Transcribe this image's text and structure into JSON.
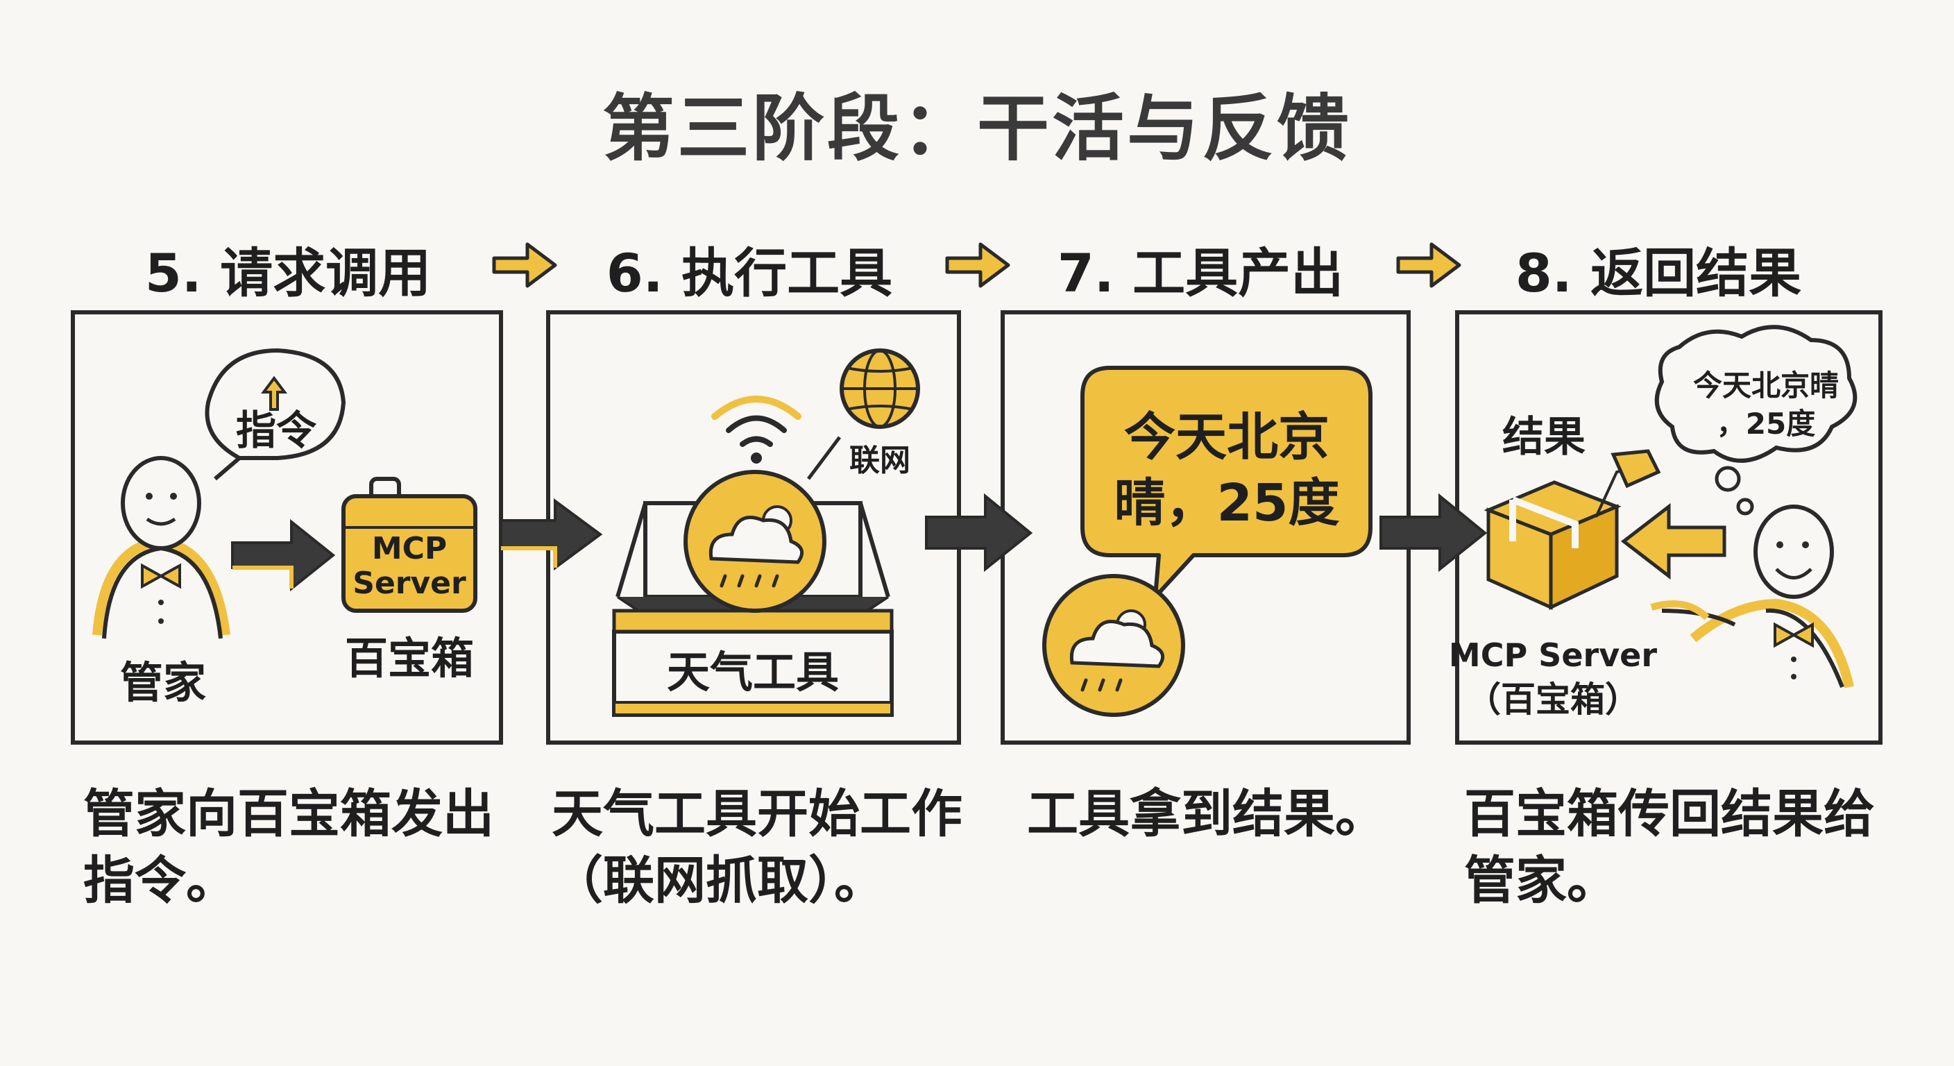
{
  "title": "第三阶段：干活与反馈",
  "steps": [
    {
      "heading": "5. 请求调用",
      "caption": "管家向百宝箱发出\n指令。",
      "labels": {
        "bubble": "指令",
        "mcp": "MCP",
        "server": "Server",
        "butler": "管家",
        "box": "百宝箱"
      }
    },
    {
      "heading": "6. 执行工具",
      "caption": "天气工具开始工作\n（联网抓取）。",
      "labels": {
        "network": "联网",
        "tool": "天气工具"
      }
    },
    {
      "heading": "7. 工具产出",
      "caption": "工具拿到结果。",
      "labels": {
        "result_line1": "今天北京",
        "result_line2": "晴，25度"
      }
    },
    {
      "heading": "8. 返回结果",
      "caption": "百宝箱传回结果给\n管家。",
      "labels": {
        "result": "结果",
        "thought_line1": "今天北京晴",
        "thought_line2": "，25度",
        "server": "MCP Server",
        "box": "（百宝箱）"
      }
    }
  ],
  "icons": [
    "arrow-right-icon",
    "speech-bubble-icon",
    "briefcase-icon",
    "wifi-icon",
    "globe-icon",
    "weather-cloud-icon",
    "package-icon",
    "thought-bubble-icon"
  ],
  "colors": {
    "accent": "#f0c040",
    "ink": "#2a2a2a",
    "background": "#f8f7f3",
    "arrow": "#3a3a3a"
  }
}
